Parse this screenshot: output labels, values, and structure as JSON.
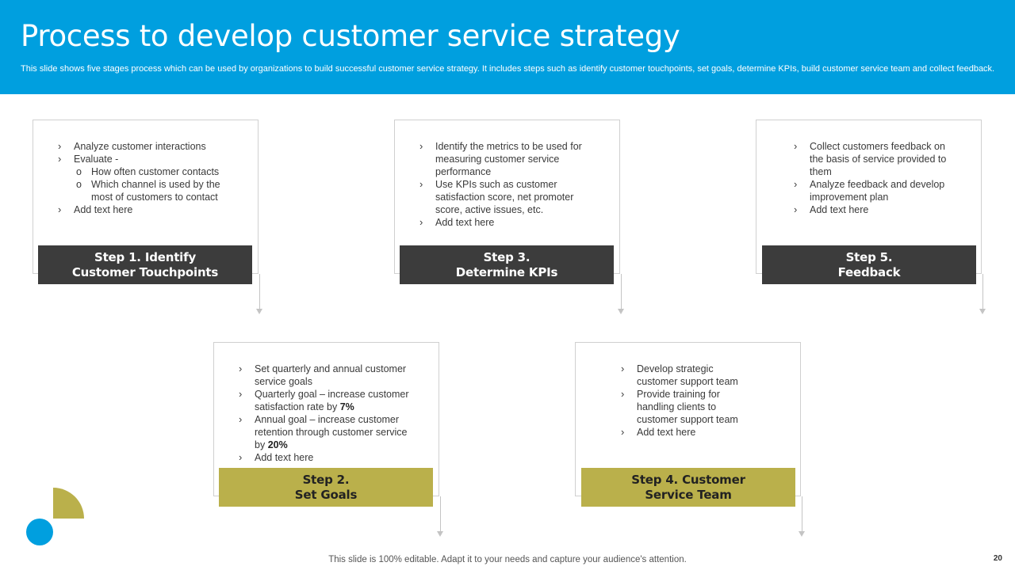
{
  "header": {
    "title": "Process to develop customer service strategy",
    "subtitle": "This slide shows five stages process which can be used by organizations to build successful customer service strategy. It includes steps such as identify customer touchpoints, set goals, determine KPIs, build customer service team and collect feedback."
  },
  "steps": [
    {
      "label_line1": "Step 1. Identify",
      "label_line2": "Customer Touchpoints",
      "items": [
        {
          "level": "bullet",
          "text": "Analyze customer interactions"
        },
        {
          "level": "bullet",
          "text": "Evaluate -"
        },
        {
          "level": "sub",
          "text": "How often customer contacts"
        },
        {
          "level": "sub",
          "text": "Which channel is used by the most of customers to contact"
        },
        {
          "level": "bullet",
          "text": "Add text here"
        }
      ]
    },
    {
      "label_line1": "Step 2.",
      "label_line2": "Set Goals",
      "items": [
        {
          "level": "bullet",
          "text": "Set quarterly and annual customer service goals"
        },
        {
          "level": "bullet",
          "text": "Quarterly goal – increase customer satisfaction rate by ",
          "bold": "7%"
        },
        {
          "level": "bullet",
          "text": "Annual goal – increase customer retention through customer service by ",
          "bold": "20%"
        },
        {
          "level": "bullet",
          "text": "Add text here"
        }
      ]
    },
    {
      "label_line1": "Step 3.",
      "label_line2": "Determine KPIs",
      "items": [
        {
          "level": "bullet",
          "text": "Identify the metrics to be used for measuring customer service performance"
        },
        {
          "level": "bullet",
          "text": "Use KPIs such as customer satisfaction score, net promoter score, active issues, etc."
        },
        {
          "level": "bullet",
          "text": "Add text here"
        }
      ]
    },
    {
      "label_line1": "Step 4. Customer",
      "label_line2": "Service Team",
      "items": [
        {
          "level": "bullet",
          "text": "Develop strategic customer support team"
        },
        {
          "level": "bullet",
          "text": "Provide training for handling clients to customer support team"
        },
        {
          "level": "bullet",
          "text": "Add text here"
        }
      ]
    },
    {
      "label_line1": "Step 5.",
      "label_line2": "Feedback",
      "items": [
        {
          "level": "bullet",
          "text": "Collect customers feedback on the basis of service provided to them"
        },
        {
          "level": "bullet",
          "text": "Analyze feedback and develop improvement plan"
        },
        {
          "level": "bullet",
          "text": "Add text here"
        }
      ]
    }
  ],
  "footer": {
    "note": "This slide is 100% editable. Adapt it to your needs and capture your audience's attention.",
    "page_number": "20"
  },
  "colors": {
    "header_blue": "#009fdf",
    "label_dark": "#3c3c3c",
    "label_olive": "#bab04b"
  }
}
